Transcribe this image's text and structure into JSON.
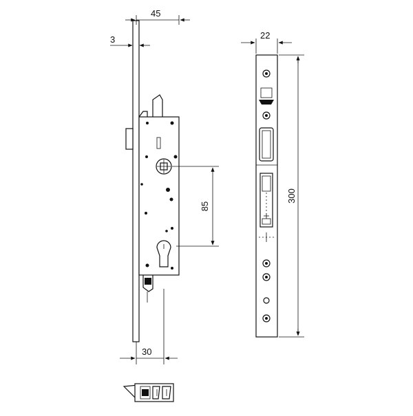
{
  "drawing": {
    "dimensions": {
      "top_width": "45",
      "faceplate_thickness": "3",
      "bottom_backset": "30",
      "center_distance": "85",
      "front_width": "22",
      "front_height": "300"
    }
  }
}
